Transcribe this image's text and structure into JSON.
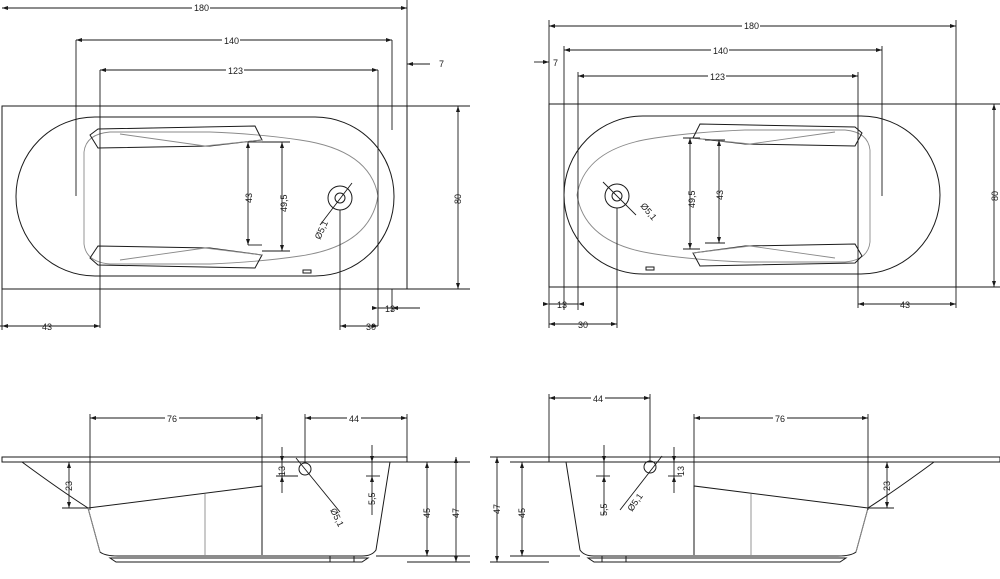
{
  "top_left": {
    "overall_length": "180",
    "inner_length": "140",
    "bottom_length": "123",
    "flange_offset": "7",
    "width": "80",
    "armrest_width": "43",
    "backrest_width": "49,5",
    "drain_diameter": "Ø5,1",
    "drain_to_end": "30",
    "end_gap": "13",
    "bottom_offset": "43"
  },
  "top_right": {
    "overall_length": "180",
    "inner_length": "140",
    "bottom_length": "123",
    "flange_offset": "7",
    "width": "80",
    "armrest_width": "43",
    "backrest_width": "49,5",
    "drain_diameter": "Ø5,1",
    "drain_to_end": "30",
    "end_gap": "13",
    "bottom_offset": "43"
  },
  "side_left": {
    "backrest_length": "76",
    "drain_offset": "44",
    "rim_depth": "23",
    "drain_height": "13",
    "drain_diameter": "Ø5,1",
    "drain_drop": "5,5",
    "inner_depth": "45",
    "total_depth": "47"
  },
  "side_right": {
    "backrest_length": "76",
    "drain_offset": "44",
    "rim_depth": "23",
    "drain_height": "13",
    "drain_diameter": "Ø5,1",
    "drain_drop": "5,5",
    "inner_depth": "45",
    "total_depth": "47"
  }
}
